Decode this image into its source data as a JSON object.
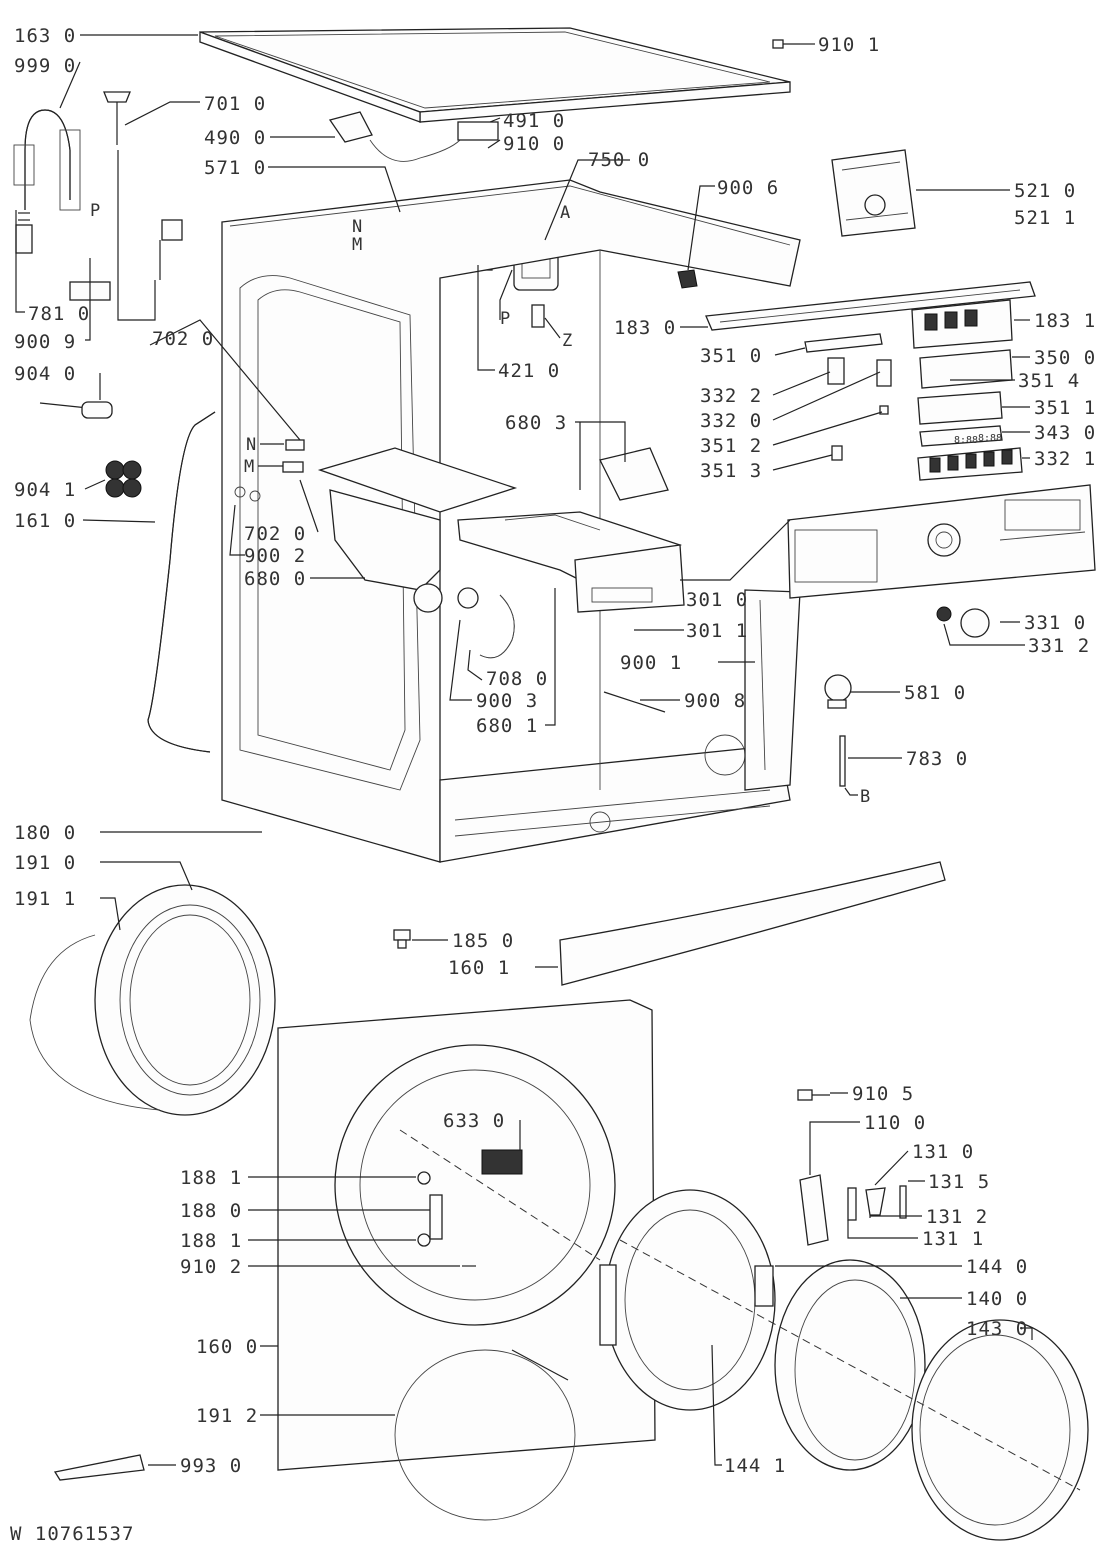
{
  "document_id": "W 10761537",
  "callouts": {
    "c1630": "163 0",
    "c9990": "999 0",
    "c7010": "701 0",
    "c4900": "490 0",
    "c4910": "491 0",
    "c9100": "910 0",
    "c9101": "910 1",
    "c5710": "571 0",
    "c7500": "750 0",
    "c9006": "900 6",
    "c5210": "521 0",
    "c5211": "521 1",
    "c7810": "781 0",
    "c9009": "900 9",
    "c7020a": "702 0",
    "c4210": "421 0",
    "c1830": "183 0",
    "c1831": "183 1",
    "c3510": "351 0",
    "c3500": "350 0",
    "c9040": "904 0",
    "c3322": "332 2",
    "c3514": "351 4",
    "c3320": "332 0",
    "c3511": "351 1",
    "c6803": "680 3",
    "c3512": "351 2",
    "c3430": "343 0",
    "c3513": "351 3",
    "c3321": "332 1",
    "c9041": "904 1",
    "c1610": "161 0",
    "c7020b": "702 0",
    "c9002": "900 2",
    "c6800": "680 0",
    "c3010": "301 0",
    "c3011": "301 1",
    "c3310": "331 0",
    "c3312": "331 2",
    "c9001": "900 1",
    "c7080": "708 0",
    "c5810": "581 0",
    "c9003": "900 3",
    "c9008": "900 8",
    "c6801": "680 1",
    "c7830": "783 0",
    "c1800": "180 0",
    "c1910": "191 0",
    "c1911": "191 1",
    "c1850": "185 0",
    "c1601": "160 1",
    "c9105": "910 5",
    "c6330": "633 0",
    "c1100": "110 0",
    "c1310": "131 0",
    "c1881a": "188 1",
    "c1315": "131 5",
    "c1880": "188 0",
    "c1312": "131 2",
    "c1881b": "188 1",
    "c1311": "131 1",
    "c9102": "910 2",
    "c1440": "144 0",
    "c1400": "140 0",
    "c1430": "143 0",
    "c1600": "160 0",
    "c1912": "191 2",
    "c1441": "144 1",
    "c9930": "993 0"
  },
  "tags": {
    "N1": "N",
    "M1": "M",
    "N2": "N",
    "M2": "M",
    "A": "A",
    "P1": "P",
    "P2": "P",
    "Z": "Z",
    "B": "B"
  }
}
